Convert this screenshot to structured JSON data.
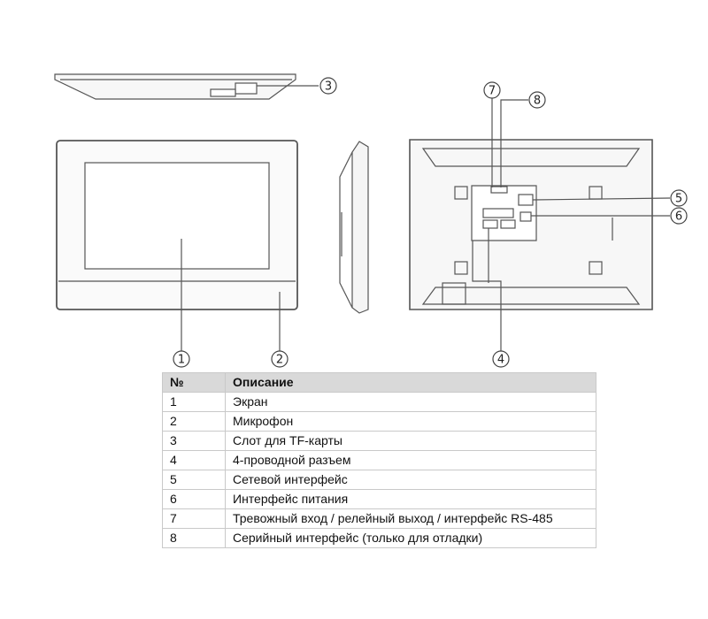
{
  "callouts": [
    "1",
    "2",
    "3",
    "4",
    "5",
    "6",
    "7",
    "8"
  ],
  "table": {
    "headers": [
      "№",
      "Описание"
    ],
    "rows": [
      [
        "1",
        "Экран"
      ],
      [
        "2",
        "Микрофон"
      ],
      [
        "3",
        "Слот для TF-карты"
      ],
      [
        "4",
        "4-проводной разъем"
      ],
      [
        "5",
        "Сетевой интерфейс"
      ],
      [
        "6",
        "Интерфейс питания"
      ],
      [
        "7",
        "Тревожный вход / релейный выход / интерфейс RS-485"
      ],
      [
        "8",
        "Серийный интерфейс (только для отладки)"
      ]
    ]
  },
  "colors": {
    "line": "#555555",
    "header_bg": "#d9d9d9",
    "grid": "#c9c9c9"
  }
}
